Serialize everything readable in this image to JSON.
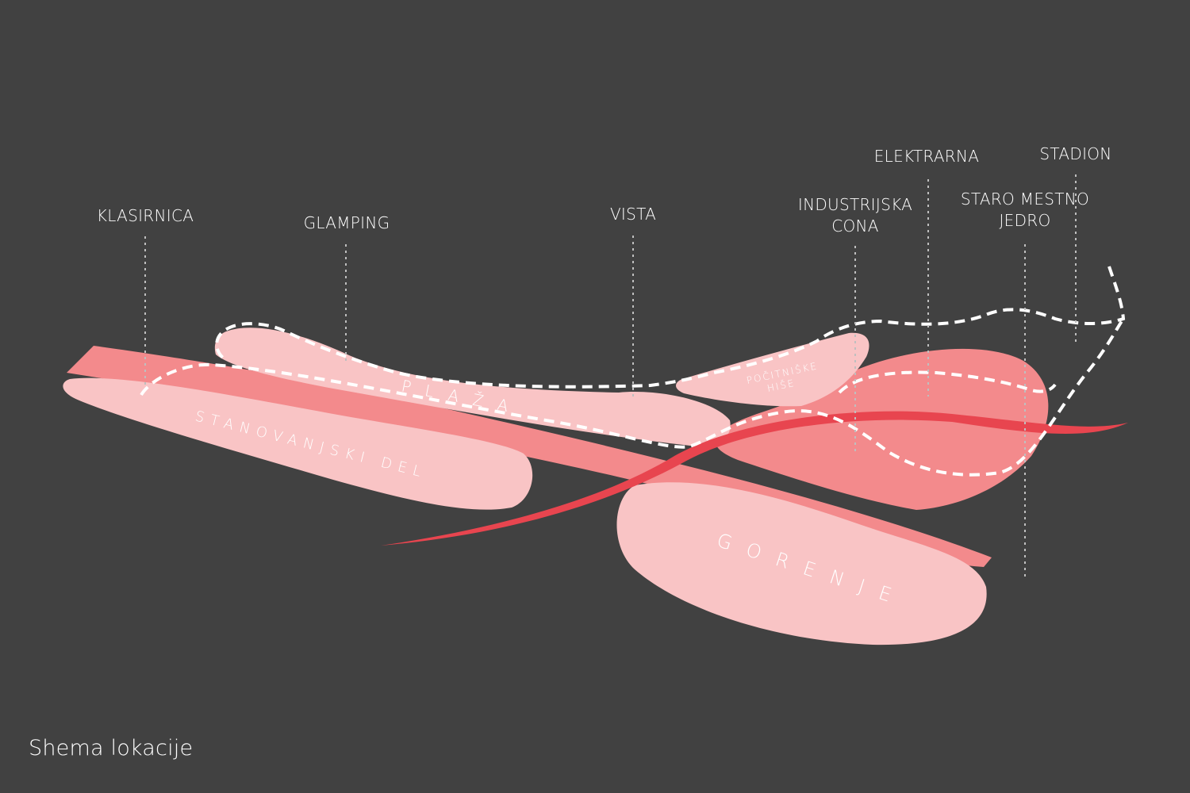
{
  "colors": {
    "background": "#414141",
    "light_zone": "#f9c4c5",
    "mid_zone": "#f38a8c",
    "accent_line": "#e8454f",
    "trail": "#ffffff",
    "leader": "#bfbfbf"
  },
  "locations": {
    "klasirnica": "KLASIRNICA",
    "glamping": "GLAMPING",
    "vista": "VISTA",
    "industrijska_1": "INDUSTRIJSKA",
    "industrijska_2": "CONA",
    "elektrarna": "ELEKTRARNA",
    "staro_1": "STARO MESTNO",
    "staro_2": "JEDRO",
    "stadion": "STADION"
  },
  "zones": {
    "plaza": "PLAŽA",
    "stanovanjski": "STANOVANJSKI DEL",
    "pocitniske_1": "POČITNIŠKE",
    "pocitniske_2": "HIŠE",
    "gorenje": "GORENJE"
  },
  "caption": "Shema lokacije"
}
